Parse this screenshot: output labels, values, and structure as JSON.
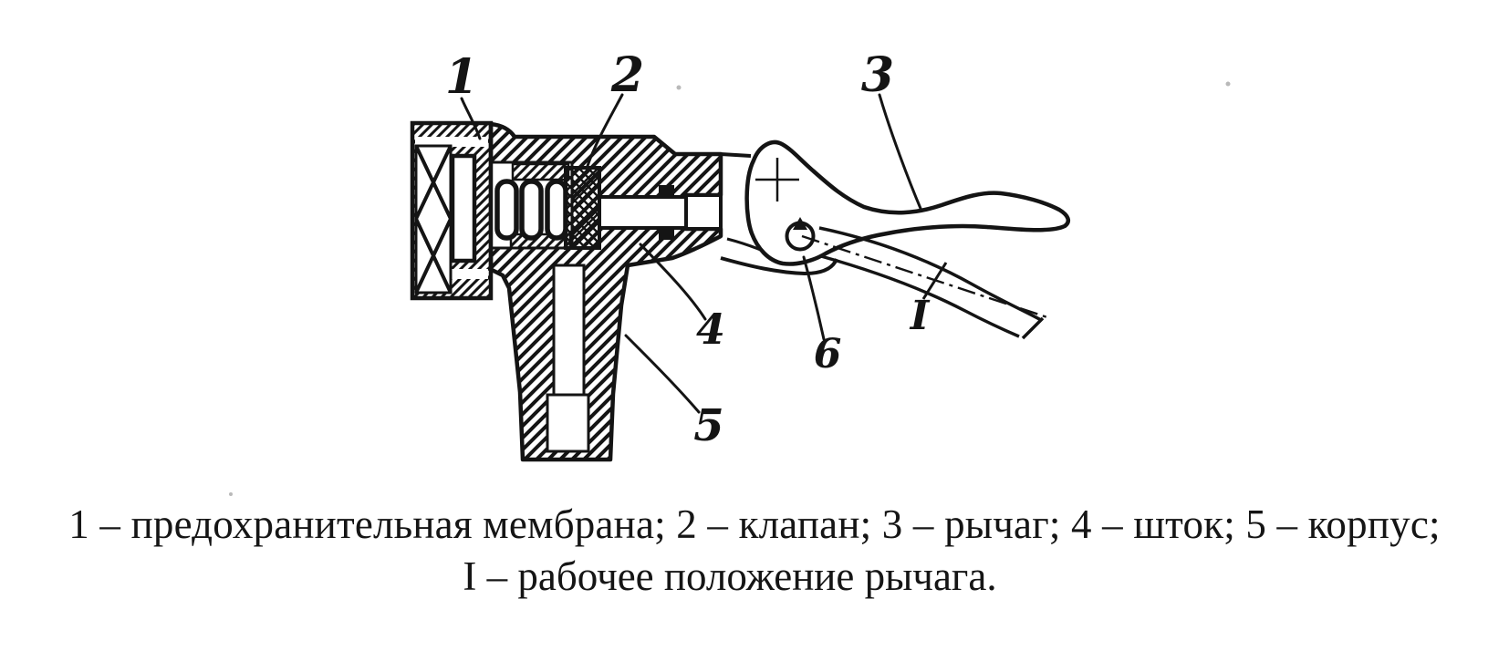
{
  "figure": {
    "type": "valve-head-cross-section-diagram",
    "callouts": {
      "c1": {
        "label": "1"
      },
      "c2": {
        "label": "2"
      },
      "c3": {
        "label": "3"
      },
      "c4": {
        "label": "4"
      },
      "c5": {
        "label": "5"
      },
      "c6": {
        "label": "6"
      },
      "cI": {
        "label": "I"
      }
    },
    "caption": {
      "line1": "1 – предохранительная мембрана; 2 – клапан; 3 – рычаг; 4 – шток; 5 – корпус;",
      "line2": "I – рабочее положение рычага."
    }
  },
  "colors": {
    "ink": "#141414",
    "paper": "#ffffff"
  }
}
